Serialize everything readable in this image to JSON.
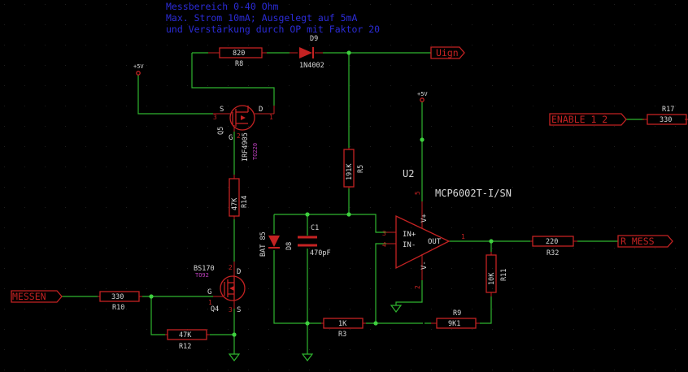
{
  "notes": [
    "Messbereich 0-40 Ohm",
    "Max. Strom 10mA; Ausgelegt auf 5mA",
    "und Verstärkung durch OP mit Faktor 20"
  ],
  "labels": {
    "uign": "Uign",
    "enable": "ENABLE_1_2",
    "messen": "MESSEN",
    "r_mess": "R_MESS"
  },
  "power": {
    "v5_left": "+5V",
    "v5_u2": "+5V"
  },
  "components": {
    "R8": {
      "ref": "R8",
      "value": "820"
    },
    "D9": {
      "ref": "D9",
      "value": "1N4002"
    },
    "Q5": {
      "ref": "Q5",
      "value": "IRF4905",
      "pkg": "TO220",
      "pin_s": "S",
      "pin_d": "D",
      "pin_g": "G",
      "num3": "3",
      "num1": "1",
      "num2": "2"
    },
    "R14": {
      "ref": "R14",
      "value": "47K"
    },
    "R5": {
      "ref": "R5",
      "value": "191K"
    },
    "U2": {
      "ref": "U2",
      "value": "MCP6002T-I/SN",
      "pin_vp": "V+",
      "pin_vm": "V-",
      "pin_inp": "IN+",
      "pin_inm": "IN-",
      "pin_out": "OUT",
      "n5": "5",
      "n3": "3",
      "n4": "4",
      "n1": "1",
      "n2": "2"
    },
    "D8": {
      "ref": "D8",
      "value": "BAT 85"
    },
    "C1": {
      "ref": "C1",
      "value": "470pF"
    },
    "R17": {
      "ref": "R17",
      "value": "330"
    },
    "R32": {
      "ref": "R32",
      "value": "220"
    },
    "R11": {
      "ref": "R11",
      "value": "10K"
    },
    "R9": {
      "ref": "R9",
      "value": "9K1"
    },
    "R3": {
      "ref": "R3",
      "value": "1K"
    },
    "R10": {
      "ref": "R10",
      "value": "330"
    },
    "R12": {
      "ref": "R12",
      "value": "47K"
    },
    "Q4": {
      "ref": "Q4",
      "value": "BS170",
      "pkg": "TO92",
      "pin_g": "G",
      "pin_d": "D",
      "pin_s": "S",
      "num1": "1",
      "num2": "2",
      "num3": "3"
    }
  },
  "colors": {
    "background": "#000000",
    "wire": "#2fb52f",
    "component": "#c42222",
    "note": "#2b2bd6",
    "text": "#d8d8d8",
    "package": "#c040c0"
  }
}
